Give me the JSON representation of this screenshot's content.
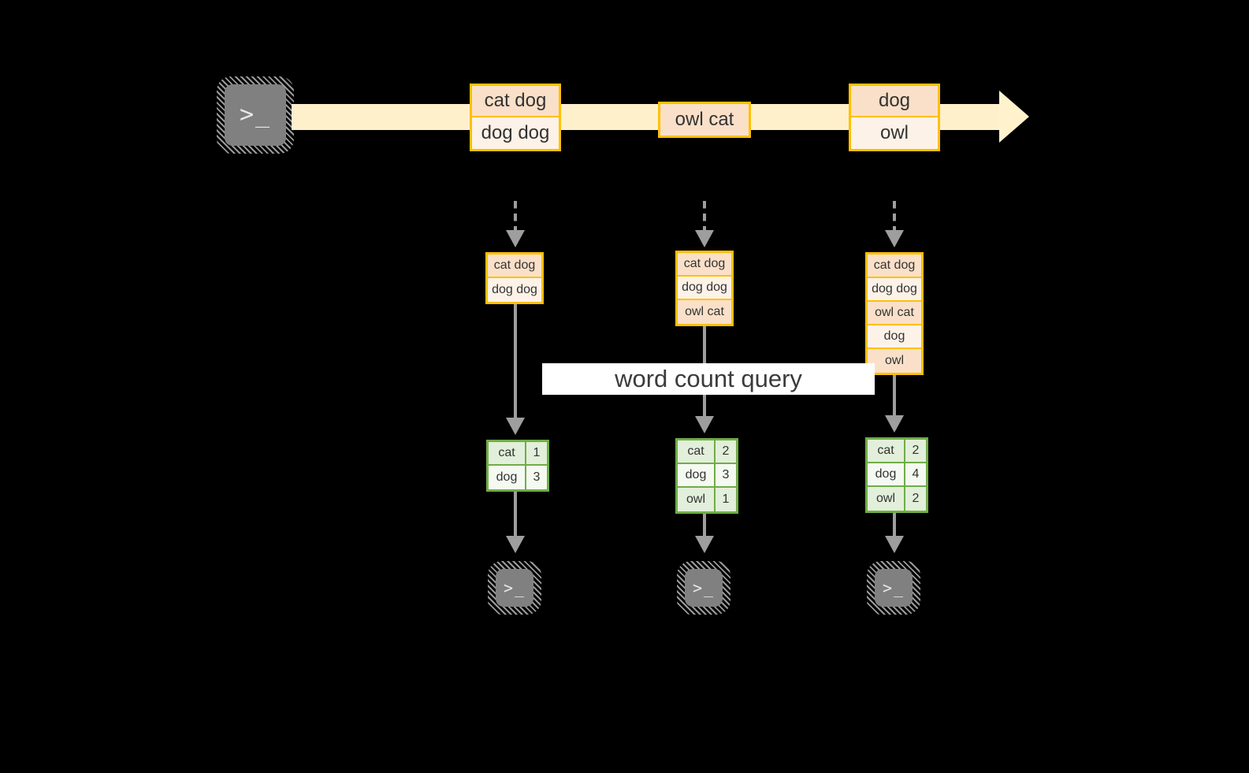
{
  "diagram": {
    "title": "word count query",
    "colors": {
      "stream_band": "#FFF0CC",
      "event_border": "#FFC000",
      "event_fill_dark": "#FAE0C8",
      "event_fill_light": "#FDF2E8",
      "table_border": "#70AD47",
      "table_fill_dark": "#E2EFDA",
      "table_fill_light": "#F4FAF1",
      "arrow": "#9E9E9E",
      "terminal": "#808080",
      "background": "#000000"
    },
    "source": {
      "icon": "terminal-icon",
      "prompt": ">_"
    },
    "stream": {
      "events": [
        {
          "lines": [
            "cat dog",
            "dog dog"
          ]
        },
        {
          "lines": [
            "owl cat"
          ]
        },
        {
          "lines": [
            "dog",
            "owl"
          ]
        }
      ]
    },
    "snapshots": [
      {
        "lines": [
          "cat dog",
          "dog dog"
        ],
        "counts": [
          {
            "word": "cat",
            "count": "1"
          },
          {
            "word": "dog",
            "count": "3"
          }
        ],
        "sink": {
          "icon": "terminal-icon",
          "prompt": ">_"
        }
      },
      {
        "lines": [
          "cat dog",
          "dog dog",
          "owl cat"
        ],
        "counts": [
          {
            "word": "cat",
            "count": "2"
          },
          {
            "word": "dog",
            "count": "3"
          },
          {
            "word": "owl",
            "count": "1"
          }
        ],
        "sink": {
          "icon": "terminal-icon",
          "prompt": ">_"
        }
      },
      {
        "lines": [
          "cat dog",
          "dog dog",
          "owl cat",
          "dog",
          "owl"
        ],
        "counts": [
          {
            "word": "cat",
            "count": "2"
          },
          {
            "word": "dog",
            "count": "4"
          },
          {
            "word": "owl",
            "count": "2"
          }
        ],
        "sink": {
          "icon": "terminal-icon",
          "prompt": ">_"
        }
      }
    ]
  }
}
